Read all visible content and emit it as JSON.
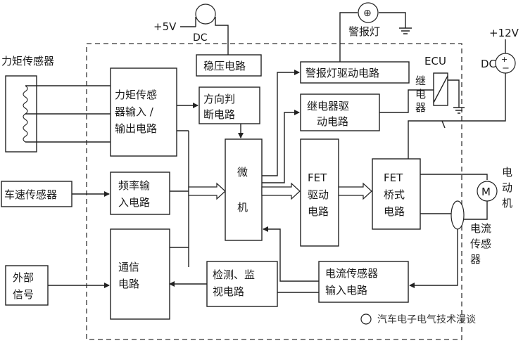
{
  "power_5v": {
    "label": "+5V",
    "dc": "DC"
  },
  "power_12v": {
    "label": "+12V",
    "dc": "DC"
  },
  "ecu_label": "ECU",
  "relay_label": [
    "继",
    "电",
    "器"
  ],
  "blocks": {
    "regulator": [
      "稳压电路"
    ],
    "warning_driver": [
      "警报灯驱动电路"
    ],
    "warning_lamp": [
      "警报灯"
    ],
    "torque_io": [
      "力矩传感",
      "器输入 /",
      "输出电路"
    ],
    "direction": [
      "方向判",
      "断电路"
    ],
    "relay_driver": [
      "继电器驱",
      "动电路"
    ],
    "freq_input": [
      "频率输",
      "入电路"
    ],
    "mcu": [
      "微",
      "机"
    ],
    "fet_driver": [
      "FET",
      "驱动",
      "电路"
    ],
    "fet_bridge": [
      "FET",
      "桥式",
      "电路"
    ],
    "comm": [
      "通信",
      "电路"
    ],
    "detect": [
      "检测、监",
      "视电路"
    ],
    "current_input": [
      "电流传感器",
      "输入电路"
    ],
    "external": [
      "外部",
      "信号"
    ],
    "speed_sensor": [
      "车速传感器"
    ],
    "torque_sensor": [
      "力矩传感器"
    ]
  },
  "motor": {
    "symbol": "M",
    "label": [
      "电",
      "动",
      "机"
    ]
  },
  "current_sensor": [
    "电流",
    "传感",
    "器"
  ],
  "watermark": "汽车电子电气技术漫谈"
}
